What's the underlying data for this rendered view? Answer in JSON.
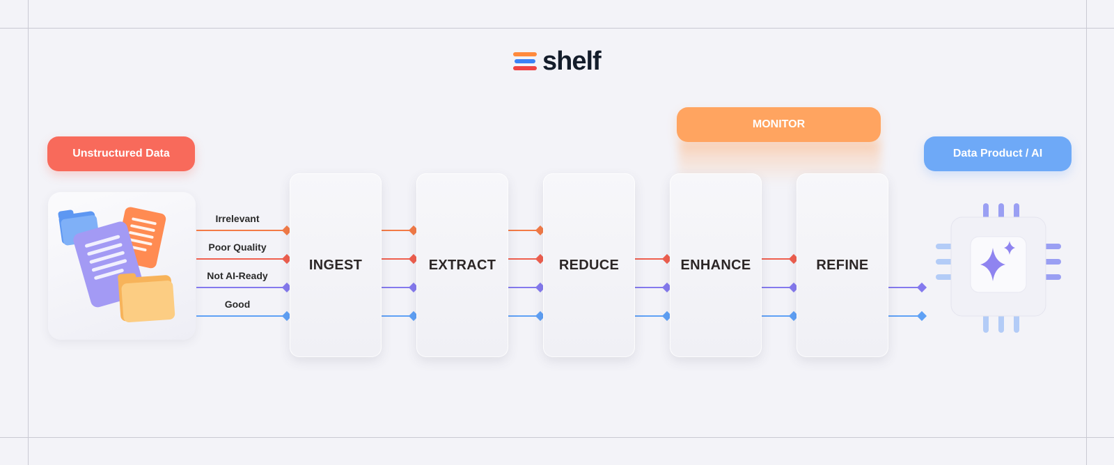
{
  "logo": {
    "word": "shelf",
    "colors": [
      "#ff8a3d",
      "#3b82f6",
      "#ef4444"
    ]
  },
  "labels": {
    "unstructured": "Unstructured Data",
    "product": "Data Product / AI",
    "monitor": "MONITOR"
  },
  "stages": [
    "INGEST",
    "EXTRACT",
    "REDUCE",
    "ENHANCE",
    "REFINE"
  ],
  "streams": [
    {
      "label": "Irrelevant",
      "color": "#f37a45"
    },
    {
      "label": "Poor Quality",
      "color": "#ef5e4d"
    },
    {
      "label": "Not AI-Ready",
      "color": "#8479ee"
    },
    {
      "label": "Good",
      "color": "#5ea0f5"
    }
  ],
  "colors": {
    "accent_red": "#f86a5b",
    "accent_blue": "#6ea9f7",
    "accent_orange": "#ffa460"
  },
  "icons": {
    "source": "documents-folders-icon",
    "product": "ai-chip-sparkle-icon"
  }
}
